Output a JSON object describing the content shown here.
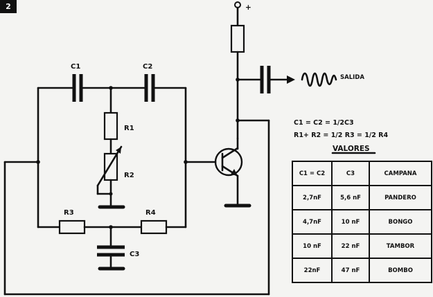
{
  "figure_number": "2",
  "labels": {
    "plus": "+",
    "c1": "C1",
    "c2": "C2",
    "c3": "C3",
    "r1": "R1",
    "r2": "R2",
    "r3": "R3",
    "r4": "R4",
    "output": "SALIDA"
  },
  "formulas": {
    "line1": "C1 = C2 =  1/2C3",
    "line2": "R1+ R2 = 1/2 R3 = 1/2 R4"
  },
  "table": {
    "title": "VALORES",
    "rows": [
      [
        "C1 = C2",
        "C3",
        "CAMPANA"
      ],
      [
        "2,7nF",
        "5,6 nF",
        "PANDERO"
      ],
      [
        "4,7nF",
        "10 nF",
        "BONGO"
      ],
      [
        "10 nF",
        "22 nF",
        "TAMBOR"
      ],
      [
        "22nF",
        "47 nF",
        "BOMBO"
      ]
    ]
  }
}
